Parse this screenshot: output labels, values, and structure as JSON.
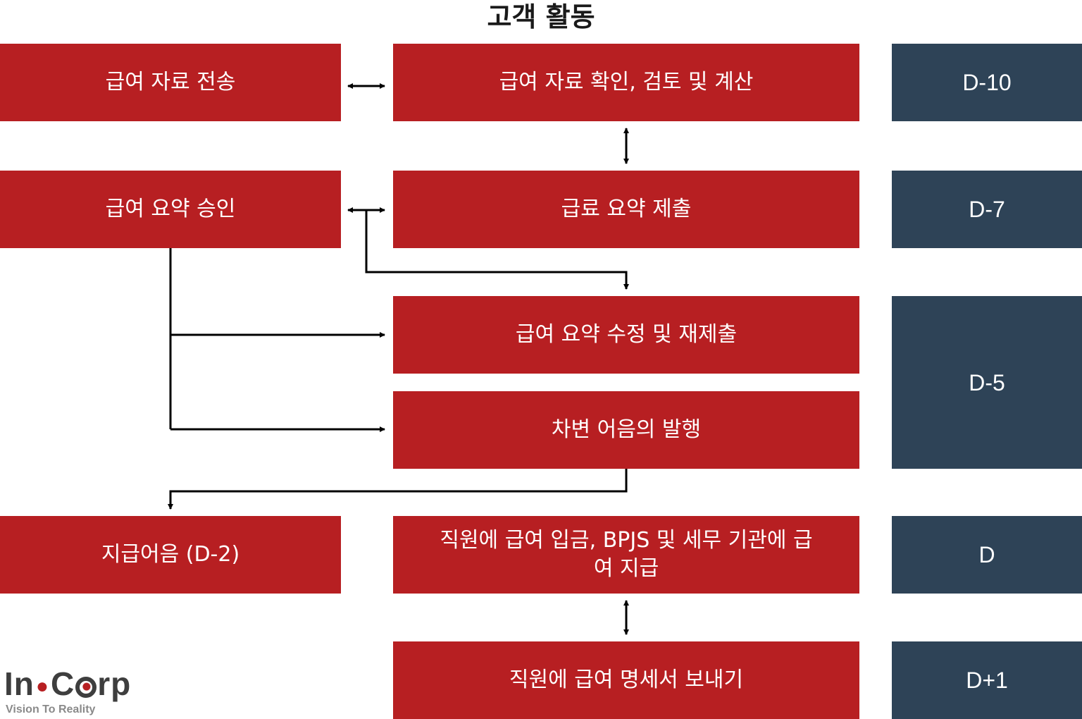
{
  "title": "고객 활동",
  "boxes": {
    "send_payroll_data": "급여 자료 전송",
    "verify_payroll_data": "급여 자료 확인, 검토 및 계산",
    "approve_summary": "급여 요약 승인",
    "submit_summary": "급료 요약 제출",
    "revise_summary": "급여 요약 수정 및 재제출",
    "issue_debit_note": "차변 어음의 발행",
    "payment_note": "지급어음 (D-2)",
    "pay_salaries": "직원에 급여 입금, BPJS 및 세무 기관에 급여 지급",
    "send_payslips": "직원에 급여 명세서 보내기"
  },
  "days": {
    "d10": "D-10",
    "d7": "D-7",
    "d5": "D-5",
    "d0": "D",
    "d_plus1": "D+1"
  },
  "logo": {
    "brand_left": "In",
    "brand_c": "C",
    "brand_right": "rp",
    "tagline": "Vision To Reality"
  },
  "colors": {
    "activity_box": "#b71f22",
    "day_box": "#2e4357",
    "connector": "#000000"
  }
}
